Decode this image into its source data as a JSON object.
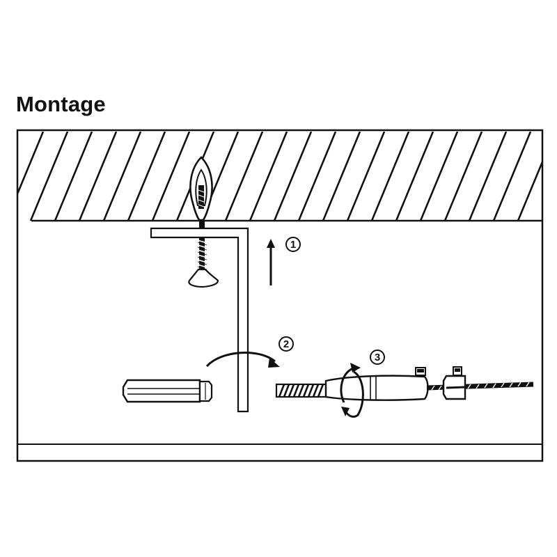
{
  "heading": "Montage",
  "steps": [
    {
      "number": "1",
      "icon": "arrow-up-icon"
    },
    {
      "number": "2",
      "icon": "curved-arrow-right-icon"
    },
    {
      "number": "3",
      "icon": "rotate-icon"
    }
  ],
  "colors": {
    "ink": "#111111",
    "paper": "#ffffff"
  }
}
